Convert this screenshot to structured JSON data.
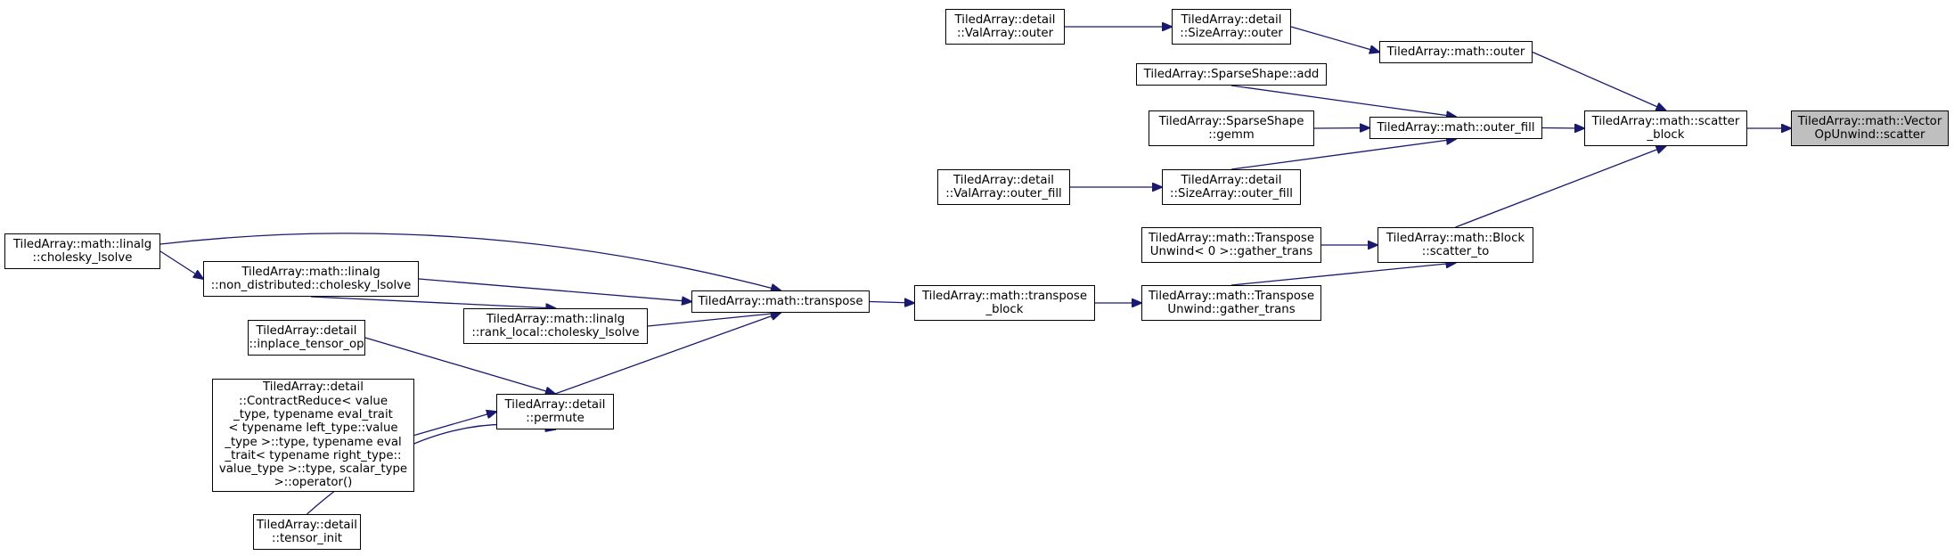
{
  "graph": {
    "edge_color": "#191970",
    "highlight_fill": "#bfbfbf",
    "nodes": [
      {
        "id": "scatter",
        "lines": [
          "TiledArray::math::Vector",
          "OpUnwind::scatter"
        ],
        "highlight": true
      },
      {
        "id": "scatter_block",
        "lines": [
          "TiledArray::math::scatter",
          "_block"
        ]
      },
      {
        "id": "math_outer",
        "lines": [
          "TiledArray::math::outer"
        ]
      },
      {
        "id": "math_outer_fill",
        "lines": [
          "TiledArray::math::outer_fill"
        ]
      },
      {
        "id": "block_scatter_to",
        "lines": [
          "TiledArray::math::Block",
          "::scatter_to"
        ]
      },
      {
        "id": "sizearray_outer",
        "lines": [
          "TiledArray::detail",
          "::SizeArray::outer"
        ]
      },
      {
        "id": "valarray_outer",
        "lines": [
          "TiledArray::detail",
          "::ValArray::outer"
        ]
      },
      {
        "id": "sparseshape_add",
        "lines": [
          "TiledArray::SparseShape::add"
        ]
      },
      {
        "id": "sparseshape_gemm",
        "lines": [
          "TiledArray::SparseShape",
          "::gemm"
        ]
      },
      {
        "id": "sizearray_outer_fill",
        "lines": [
          "TiledArray::detail",
          "::SizeArray::outer_fill"
        ]
      },
      {
        "id": "valarray_outer_fill",
        "lines": [
          "TiledArray::detail",
          "::ValArray::outer_fill"
        ]
      },
      {
        "id": "transpose_unwind0",
        "lines": [
          "TiledArray::math::Transpose",
          "Unwind< 0 >::gather_trans"
        ]
      },
      {
        "id": "transpose_unwind",
        "lines": [
          "TiledArray::math::Transpose",
          "Unwind::gather_trans"
        ]
      },
      {
        "id": "transpose_block",
        "lines": [
          "TiledArray::math::transpose",
          "_block"
        ]
      },
      {
        "id": "math_transpose",
        "lines": [
          "TiledArray::math::transpose"
        ]
      },
      {
        "id": "nd_cholesky",
        "lines": [
          "TiledArray::math::linalg",
          "::non_distributed::cholesky_lsolve"
        ]
      },
      {
        "id": "rl_cholesky",
        "lines": [
          "TiledArray::math::linalg",
          "::rank_local::cholesky_lsolve"
        ]
      },
      {
        "id": "cholesky",
        "lines": [
          "TiledArray::math::linalg",
          "::cholesky_lsolve"
        ]
      },
      {
        "id": "permute",
        "lines": [
          "TiledArray::detail",
          "::permute"
        ]
      },
      {
        "id": "inplace_tensor_op",
        "lines": [
          "TiledArray::detail",
          "::inplace_tensor_op"
        ]
      },
      {
        "id": "contract_reduce",
        "lines": [
          "TiledArray::detail",
          "::ContractReduce< value",
          "_type, typename eval_trait",
          "< typename left_type::value",
          "_type >::type, typename eval",
          "_trait< typename right_type::",
          "value_type >::type, scalar_type",
          ">::operator()"
        ]
      },
      {
        "id": "tensor_init",
        "lines": [
          "TiledArray::detail",
          "::tensor_init"
        ]
      }
    ],
    "edges": [
      [
        "scatter_block",
        "scatter"
      ],
      [
        "math_outer",
        "scatter_block"
      ],
      [
        "math_outer_fill",
        "scatter_block"
      ],
      [
        "block_scatter_to",
        "scatter_block"
      ],
      [
        "sizearray_outer",
        "math_outer"
      ],
      [
        "valarray_outer",
        "sizearray_outer"
      ],
      [
        "sparseshape_add",
        "math_outer_fill"
      ],
      [
        "sparseshape_gemm",
        "math_outer_fill"
      ],
      [
        "sizearray_outer_fill",
        "math_outer_fill"
      ],
      [
        "valarray_outer_fill",
        "sizearray_outer_fill"
      ],
      [
        "transpose_unwind0",
        "block_scatter_to"
      ],
      [
        "transpose_unwind",
        "block_scatter_to"
      ],
      [
        "transpose_block",
        "transpose_unwind"
      ],
      [
        "math_transpose",
        "transpose_block"
      ],
      [
        "cholesky",
        "math_transpose"
      ],
      [
        "nd_cholesky",
        "math_transpose"
      ],
      [
        "rl_cholesky",
        "math_transpose"
      ],
      [
        "permute",
        "math_transpose"
      ],
      [
        "cholesky",
        "nd_cholesky"
      ],
      [
        "nd_cholesky",
        "rl_cholesky"
      ],
      [
        "inplace_tensor_op",
        "permute"
      ],
      [
        "contract_reduce",
        "permute"
      ],
      [
        "tensor_init",
        "permute"
      ]
    ]
  }
}
